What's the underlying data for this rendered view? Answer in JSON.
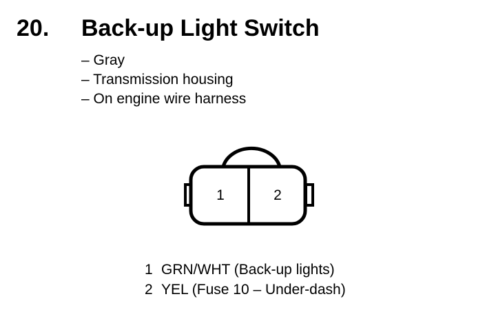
{
  "header": {
    "number": "20.",
    "title": "Back-up Light Switch"
  },
  "specs": [
    "– Gray",
    "– Transmission housing",
    "– On engine wire harness"
  ],
  "connector": {
    "cavity_labels": [
      "1",
      "2"
    ]
  },
  "pins": [
    {
      "number": "1",
      "description": "GRN/WHT (Back-up lights)"
    },
    {
      "number": "2",
      "description": "YEL (Fuse 10 – Under-dash)"
    }
  ]
}
